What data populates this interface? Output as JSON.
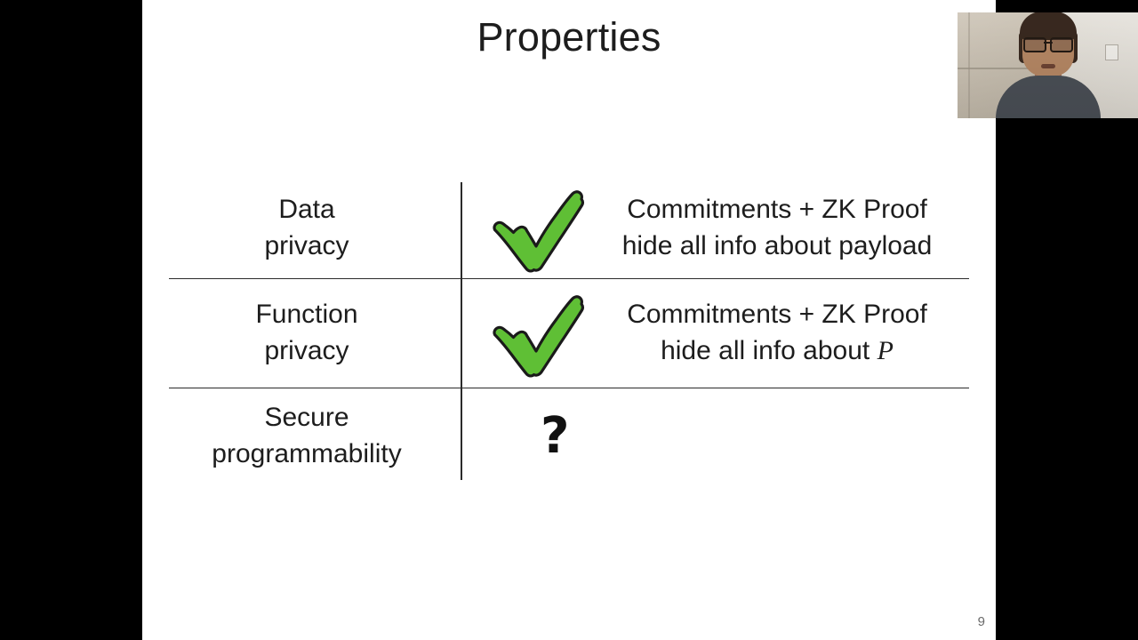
{
  "slide": {
    "title": "Properties",
    "page_number": "9",
    "background_color": "#ffffff",
    "letterbox_color": "#000000",
    "rule_color": "#2b2b2b",
    "check_color": "#5fbf35",
    "check_outline_color": "#1a1a1a"
  },
  "table": {
    "rows": [
      {
        "label_line1": "Data",
        "label_line2": "privacy",
        "mark": "green-check",
        "value_line1": "Commitments + ZK Proof",
        "value_line2": "hide all info about payload",
        "value_line2_math": ""
      },
      {
        "label_line1": "Function",
        "label_line2": "privacy",
        "mark": "green-check",
        "value_line1": "Commitments + ZK Proof",
        "value_line2": "hide all info about ",
        "value_line2_math": "P"
      },
      {
        "label_line1": "Secure",
        "label_line2": "programmability",
        "mark": "question-mark",
        "value_line1": "?",
        "value_line2": "",
        "value_line2_math": ""
      }
    ]
  },
  "webcam": {
    "present": true,
    "description": "speaker-video-thumbnail"
  }
}
